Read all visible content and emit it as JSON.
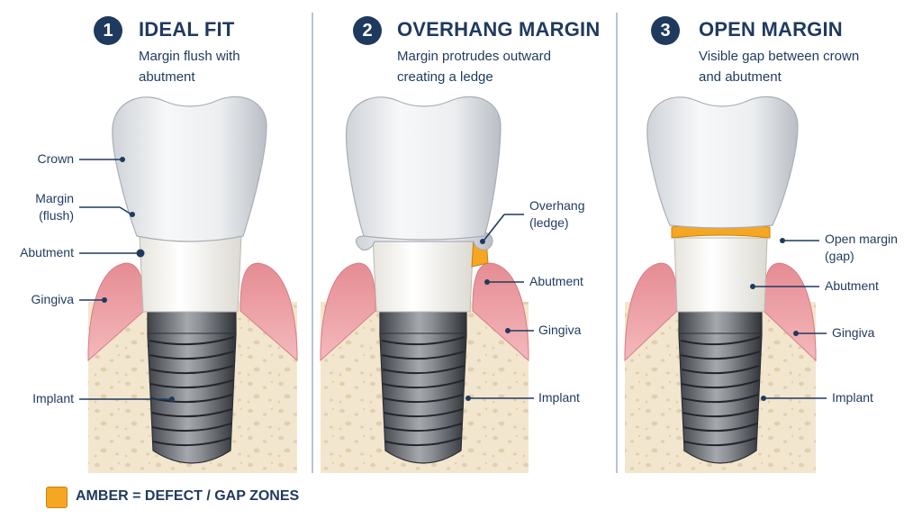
{
  "panels": [
    {
      "number": "1",
      "title": "IDEAL FIT",
      "subtitle_lines": [
        "Margin flush with",
        "abutment"
      ],
      "labels": {
        "crown": "Crown",
        "margin_line1": "Margin",
        "margin_line2": "(flush)",
        "abutment": "Abutment",
        "gingiva": "Gingiva",
        "implant": "Implant"
      }
    },
    {
      "number": "2",
      "title": "OVERHANG MARGIN",
      "subtitle_lines": [
        "Margin protrudes outward",
        "creating a ledge"
      ],
      "labels": {
        "overhang_line1": "Overhang",
        "overhang_line2": "(ledge)",
        "abutment": "Abutment",
        "gingiva": "Gingiva",
        "implant": "Implant"
      }
    },
    {
      "number": "3",
      "title": "OPEN MARGIN",
      "subtitle_lines": [
        "Visible gap between crown",
        "and abutment"
      ],
      "labels": {
        "open_margin_line1": "Open margin",
        "open_margin_line2": "(gap)",
        "abutment": "Abutment",
        "gingiva": "Gingiva",
        "implant": "Implant"
      }
    }
  ],
  "legend": {
    "text": "AMBER = DEFECT / GAP ZONES",
    "color": "#f5a623"
  },
  "colors": {
    "navy": "#1f3a5f",
    "amber": "#f5a623",
    "gingiva": "#f0a9ad",
    "bone": "#f3e6cf"
  }
}
